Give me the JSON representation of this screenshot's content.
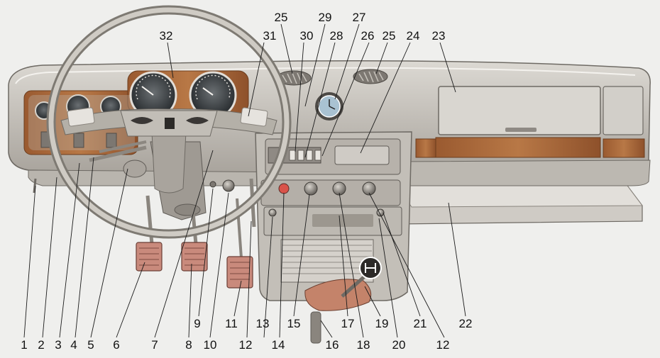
{
  "callouts_top": [
    "25",
    "29",
    "27",
    "32",
    "31",
    "30",
    "28",
    "26",
    "25",
    "24",
    "23"
  ],
  "callouts_bottom": [
    "1",
    "2",
    "3",
    "4",
    "5",
    "6",
    "7",
    "8",
    "9",
    "10",
    "11",
    "12",
    "13",
    "14",
    "15",
    "16",
    "17",
    "18",
    "19",
    "20",
    "21",
    "12",
    "22"
  ],
  "colors": {
    "background": "#efefed",
    "dashboard": "#c9c6c0",
    "dashboard_dark": "#8f8a84",
    "wood": "#a8673a",
    "steering": "#b4b0a8",
    "pedal": "#c98a7c",
    "clock": "#a9c2d2",
    "gear_boot": "#c4836a",
    "callout_text": "#111111"
  }
}
